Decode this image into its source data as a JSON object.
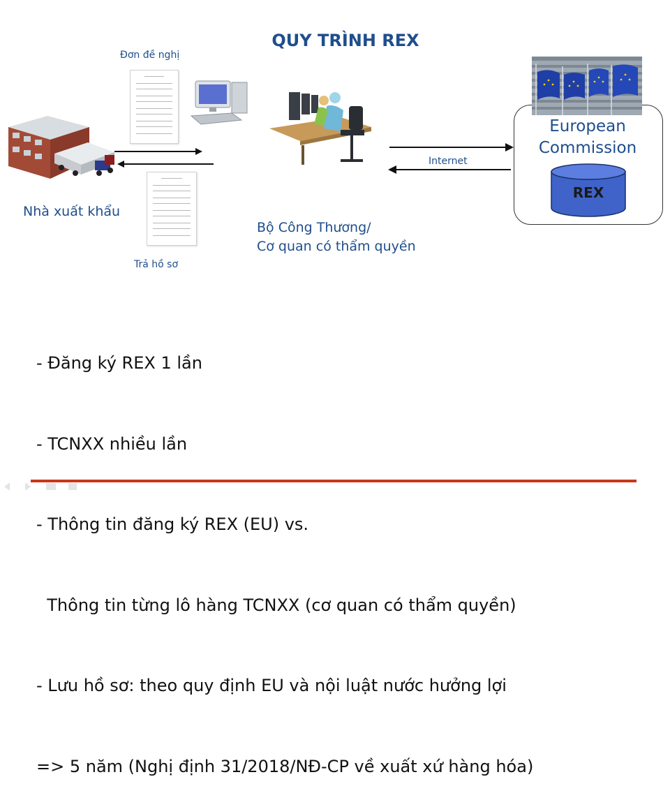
{
  "title": "QUY TRÌNH REX",
  "labels": {
    "application_form": "Đơn đề nghị",
    "return_file": "Trả hồ sơ",
    "exporter": "Nhà xuất khẩu",
    "ministry_line1": "Bộ Công Thương/",
    "ministry_line2": "Cơ quan có thẩm quyền",
    "internet": "Internet",
    "ec_line1": "European",
    "ec_line2": "Commission",
    "database": "REX"
  },
  "bullets": [
    "- Đăng ký REX 1 lần",
    "- TCNXX nhiều lần",
    "- Thông tin đăng ký REX (EU) vs.",
    "  Thông tin từng lô hàng TCNXX (cơ quan có thẩm quyền)",
    "- Lưu hồ sơ: theo quy định EU và nội luật nước hưởng lợi",
    "=> 5 năm (Nghị định 31/2018/NĐ-CP về xuất xứ hàng hóa)"
  ],
  "colors": {
    "title": "#1f4e8c",
    "accent_rule": "#c8371a",
    "database_fill": "#3f63c8",
    "eu_flag": "#1f3fa6"
  },
  "icons": {
    "factory": "factory-with-trucks-icon",
    "computer": "desktop-computer-icon",
    "officers": "office-workers-at-computers-icon",
    "flags": "eu-flags-photo",
    "database": "database-cylinder-icon"
  }
}
